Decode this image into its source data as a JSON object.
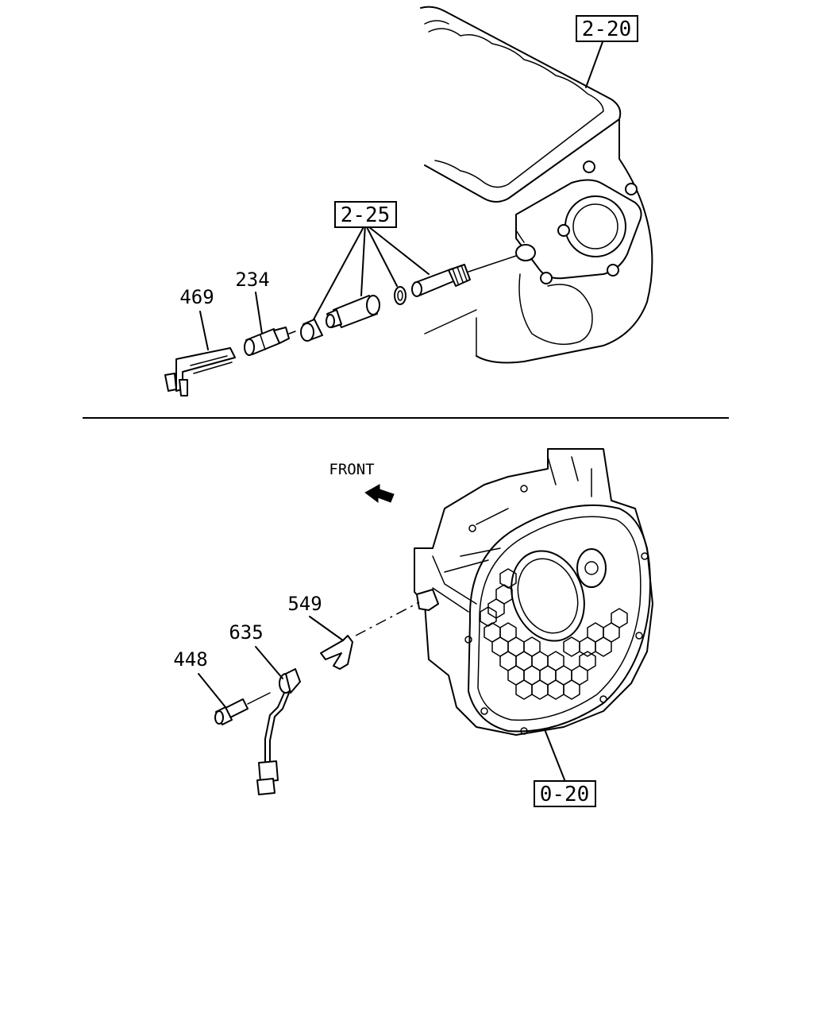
{
  "figure": {
    "top_section": {
      "reference_labels": [
        "2-20",
        "2-25"
      ],
      "part_labels": [
        "469",
        "234"
      ]
    },
    "bottom_section": {
      "direction_label": "FRONT",
      "reference_labels": [
        "0-20"
      ],
      "part_labels": [
        "549",
        "635",
        "448"
      ]
    }
  }
}
